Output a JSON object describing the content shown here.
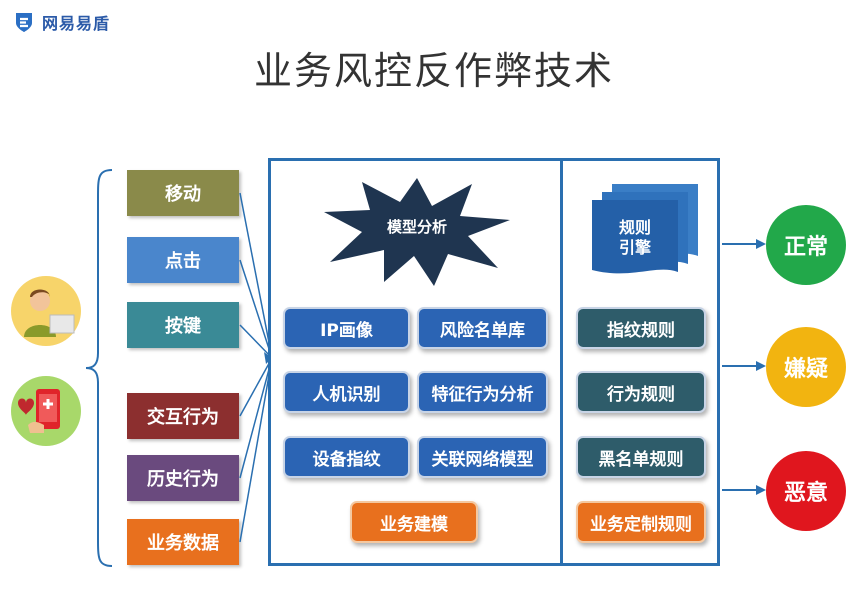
{
  "logo": {
    "text": "网易易盾",
    "icon": "shield-e-icon"
  },
  "title": "业务风控反作弊技术",
  "inputs": [
    {
      "label": "移动",
      "color": "#8a8a4a"
    },
    {
      "label": "点击",
      "color": "#4a86cc"
    },
    {
      "label": "按键",
      "color": "#3a8a96"
    },
    {
      "label": "交互行为",
      "color": "#8c2f2f"
    },
    {
      "label": "历史行为",
      "color": "#6a4a7e"
    },
    {
      "label": "业务数据",
      "color": "#e8701e"
    }
  ],
  "model": {
    "star_label": "模型分析",
    "items": [
      "IP画像",
      "风险名单库",
      "人机识别",
      "特征行为分析",
      "设备指纹",
      "关联网络模型"
    ],
    "footer": "业务建模"
  },
  "rules": {
    "engine_label_line1": "规则",
    "engine_label_line2": "引擎",
    "items": [
      "指纹规则",
      "行为规则",
      "黑名单规则"
    ],
    "footer": "业务定制规则"
  },
  "outcomes": [
    {
      "label": "正常",
      "color": "#22a84a"
    },
    {
      "label": "嫌疑",
      "color": "#f2b410"
    },
    {
      "label": "恶意",
      "color": "#e0161e"
    }
  ]
}
